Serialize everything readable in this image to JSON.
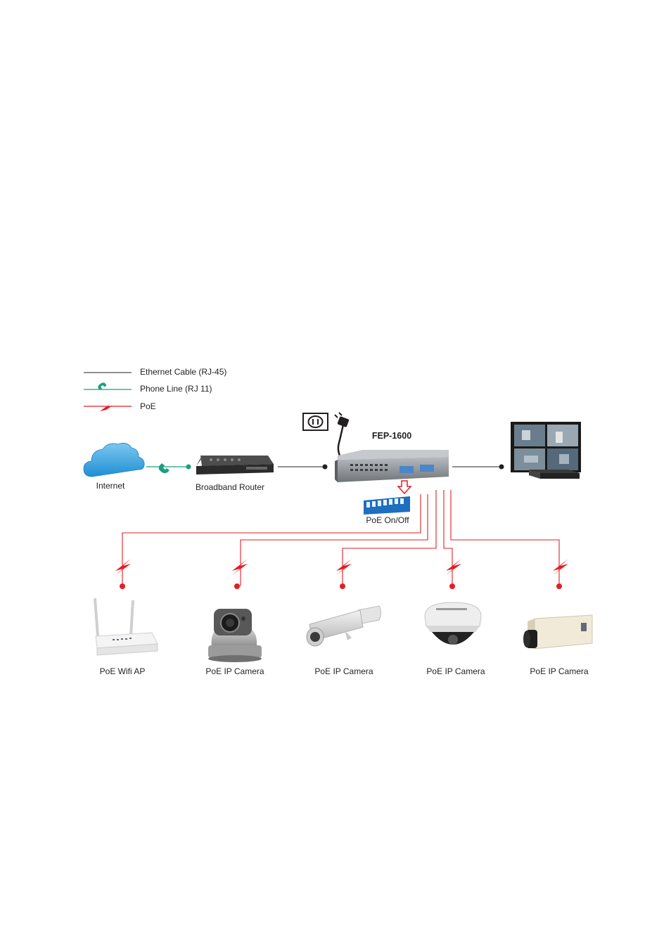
{
  "legend": {
    "ethernet": "Ethernet Cable (RJ-45)",
    "phone": "Phone Line (RJ 11)",
    "poe": "PoE"
  },
  "nodes": {
    "internet": "Internet",
    "router": "Broadband Router",
    "switch": "FEP-1600",
    "poe_switch": "PoE On/Off"
  },
  "devices": [
    {
      "label": "PoE Wifi AP"
    },
    {
      "label": "PoE IP Camera"
    },
    {
      "label": "PoE IP Camera"
    },
    {
      "label": "PoE IP Camera"
    },
    {
      "label": "PoE IP Camera"
    }
  ],
  "colors": {
    "ethernet": "#231f20",
    "phone": "#1aa07e",
    "poe": "#e31e24",
    "cloud": "#3ea6e0"
  }
}
